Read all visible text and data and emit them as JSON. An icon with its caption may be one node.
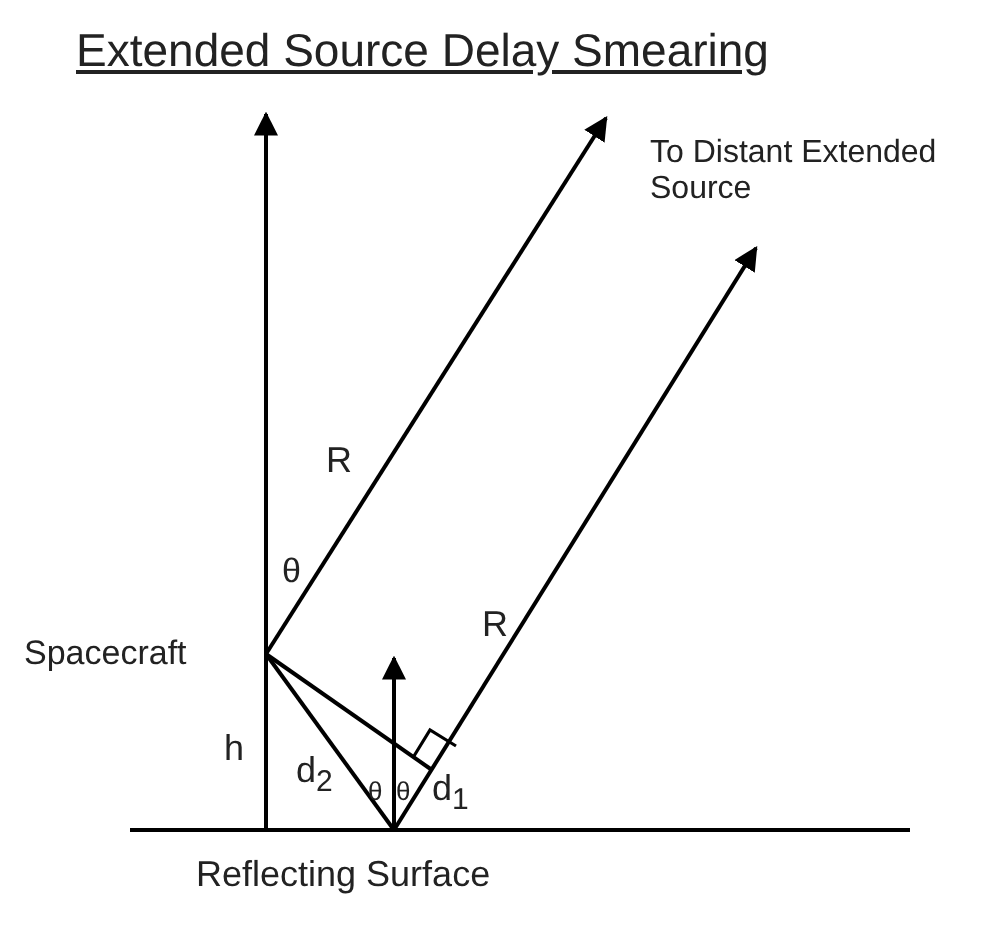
{
  "diagram": {
    "title": "Extended Source Delay Smearing",
    "nodes": [
      {
        "text": [
          "Spacecraft"
        ]
      },
      {
        "text": [
          "To Distant Extended Source"
        ]
      },
      {
        "text": [
          "Reflecting Surface"
        ]
      }
    ],
    "edges": [
      {
        "from": 0,
        "to": 1,
        "arrow": "to"
      }
    ],
    "labels": [
      "R",
      "θ",
      "R",
      "h",
      "d$_{2}$",
      "θ",
      "θ",
      "d$_{1}$"
    ]
  }
}
